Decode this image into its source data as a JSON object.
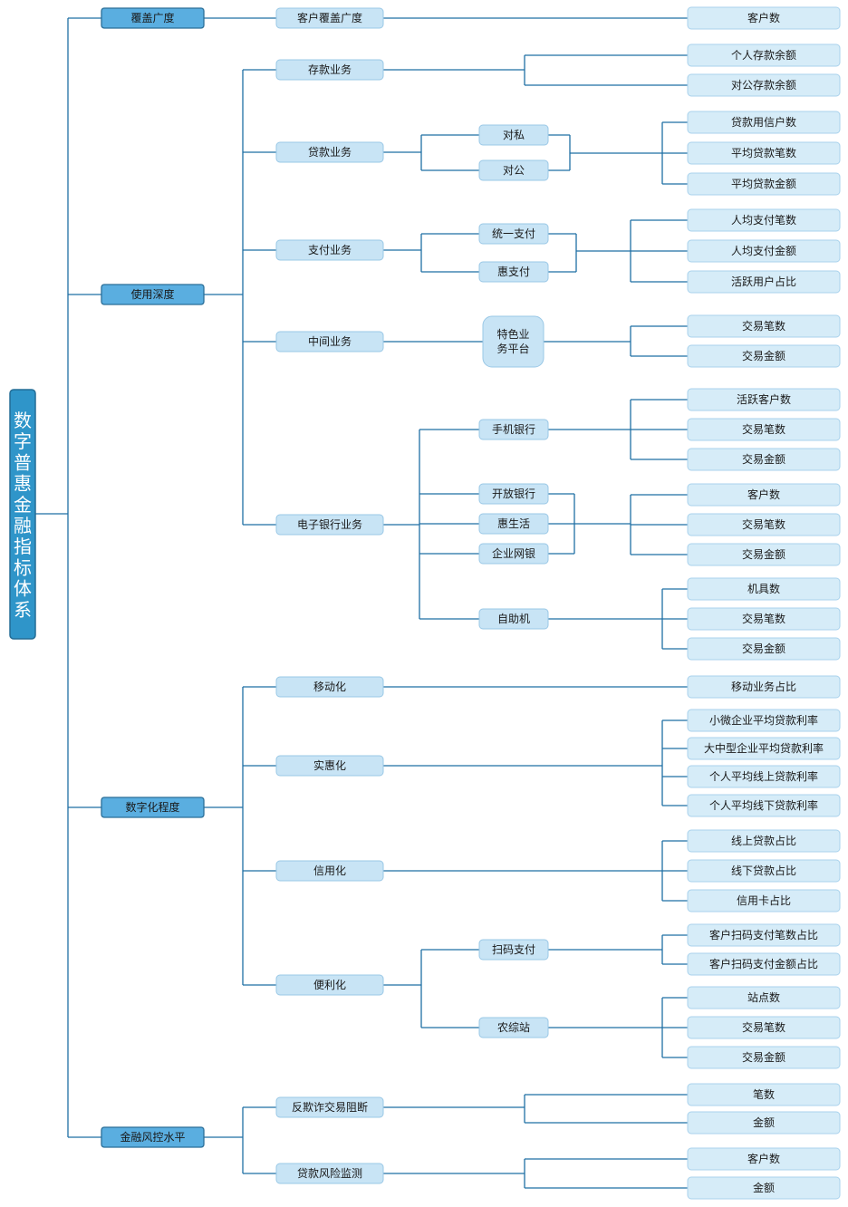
{
  "root": "数字普惠金融指标体系",
  "dims": {
    "coverage": "覆盖广度",
    "depth": "使用深度",
    "digital": "数字化程度",
    "risk": "金融风控水平"
  },
  "coverage": {
    "customer_coverage": "客户覆盖广度",
    "customers": "客户数"
  },
  "depth": {
    "deposit": {
      "label": "存款业务",
      "leaves": [
        "个人存款余额",
        "对公存款余额"
      ]
    },
    "loan": {
      "label": "贷款业务",
      "subs": [
        "对私",
        "对公"
      ],
      "leaves": [
        "贷款用信户数",
        "平均贷款笔数",
        "平均贷款金额"
      ]
    },
    "payment": {
      "label": "支付业务",
      "subs": [
        "统一支付",
        "惠支付"
      ],
      "leaves": [
        "人均支付笔数",
        "人均支付金额",
        "活跃用户占比"
      ]
    },
    "intermediary": {
      "label": "中间业务",
      "sub": "特色业务平台",
      "sub_line1": "特色业",
      "sub_line2": "务平台",
      "leaves": [
        "交易笔数",
        "交易金额"
      ]
    },
    "ebank": {
      "label": "电子银行业务",
      "mobile": {
        "label": "手机银行",
        "leaves": [
          "活跃客户数",
          "交易笔数",
          "交易金额"
        ]
      },
      "group": {
        "subs": [
          "开放银行",
          "惠生活",
          "企业网银"
        ],
        "leaves": [
          "客户数",
          "交易笔数",
          "交易金额"
        ]
      },
      "atm": {
        "label": "自助机",
        "leaves": [
          "机具数",
          "交易笔数",
          "交易金额"
        ]
      }
    }
  },
  "digital": {
    "mobility": {
      "label": "移动化",
      "leaves": [
        "移动业务占比"
      ]
    },
    "affordability": {
      "label": "实惠化",
      "leaves": [
        "小微企业平均贷款利率",
        "大中型企业平均贷款利率",
        "个人平均线上贷款利率",
        "个人平均线下贷款利率"
      ]
    },
    "credit": {
      "label": "信用化",
      "leaves": [
        "线上贷款占比",
        "线下贷款占比",
        "信用卡占比"
      ]
    },
    "convenience": {
      "label": "便利化",
      "scan": {
        "label": "扫码支付",
        "leaves": [
          "客户扫码支付笔数占比",
          "客户扫码支付金额占比"
        ]
      },
      "rural": {
        "label": "农综站",
        "leaves": [
          "站点数",
          "交易笔数",
          "交易金额"
        ]
      }
    }
  },
  "risk": {
    "antifraud": {
      "label": "反欺诈交易阻断",
      "leaves": [
        "笔数",
        "金额"
      ]
    },
    "loanrisk": {
      "label": "贷款风险监测",
      "leaves": [
        "客户数",
        "金额"
      ]
    }
  }
}
